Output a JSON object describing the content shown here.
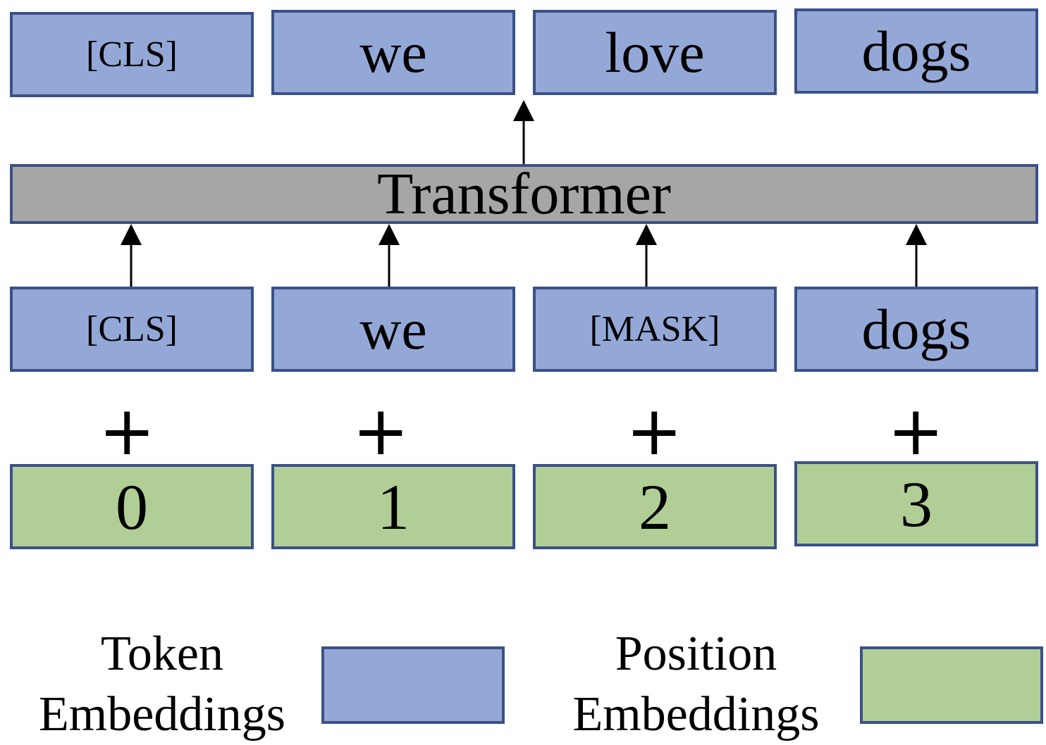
{
  "output_tokens": [
    "[CLS]",
    "we",
    "love",
    "dogs"
  ],
  "transformer_label": "Transformer",
  "input_tokens": [
    "[CLS]",
    "we",
    "[MASK]",
    "dogs"
  ],
  "plus_sign": "+",
  "positions": [
    "0",
    "1",
    "2",
    "3"
  ],
  "legend": {
    "token_line1": "Token",
    "token_line2": "Embeddings",
    "position_line1": "Position",
    "position_line2": "Embeddings"
  },
  "colors": {
    "token_embedding": "#94a8d8",
    "position_embedding": "#b0ce95",
    "transformer": "#a6a6a6",
    "border": "#3b5087"
  }
}
